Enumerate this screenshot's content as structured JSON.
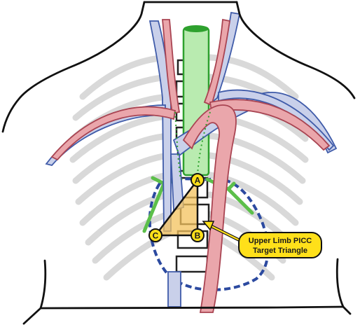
{
  "callout": {
    "line1": "Upper Limb PICC",
    "line2": "Target Triangle"
  },
  "vertices": {
    "a": "A",
    "b": "B",
    "c": "C"
  },
  "colors": {
    "trachea": "#8fd989",
    "trachea_outline": "#2ea12e",
    "artery": "#e8a3a8",
    "artery_outline": "#a94452",
    "vein": "#c9d0ea",
    "vein_outline": "#3f5ba9",
    "ribs": "#d6d6d6",
    "triangle_fill": "#f3c25c",
    "vertex_marker": "#ffe01a",
    "callout_fill": "#ffe01a",
    "heart_outline": "#2c4aa0",
    "bronchi": "#7cd36b"
  }
}
